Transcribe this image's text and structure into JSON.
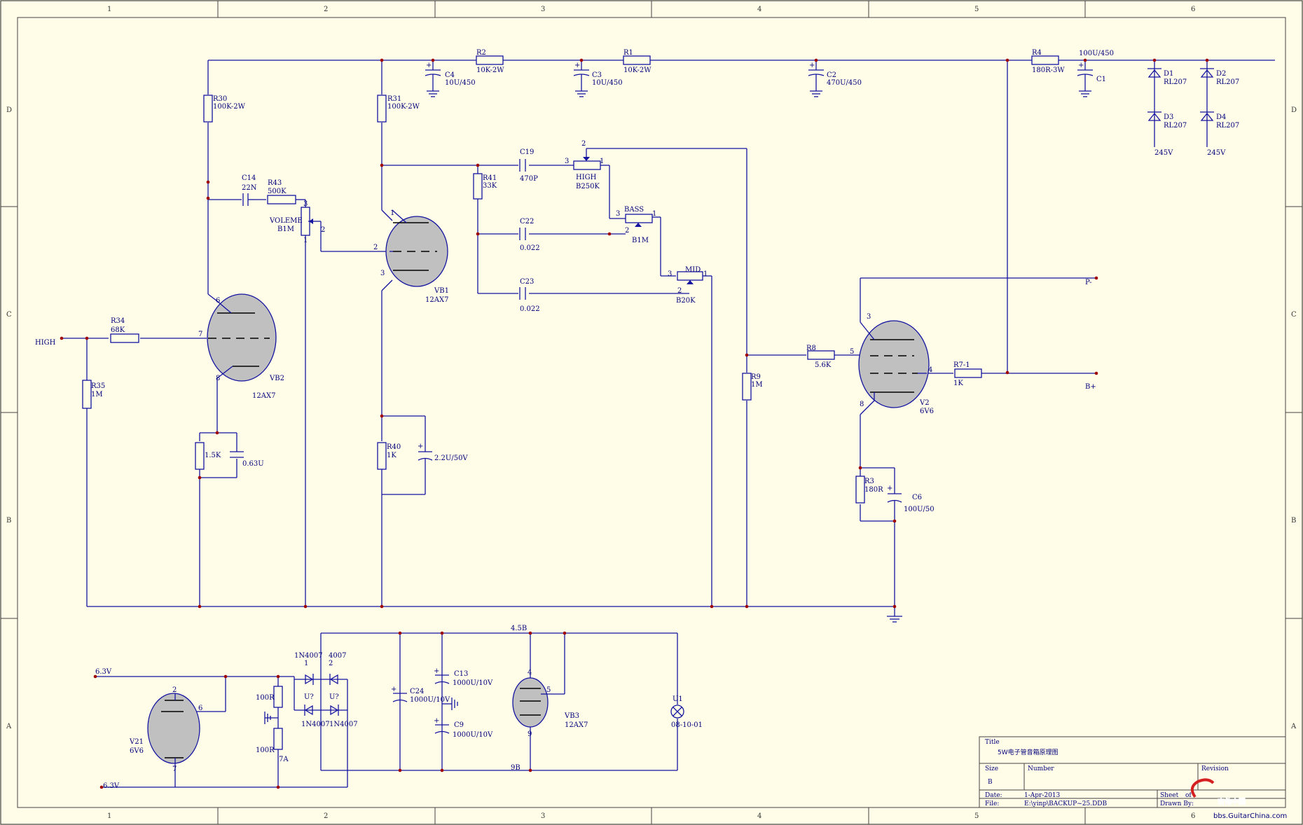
{
  "frame": {
    "columns": [
      "1",
      "2",
      "3",
      "4",
      "5",
      "6"
    ],
    "rows": [
      "D",
      "C",
      "B",
      "A"
    ]
  },
  "title_block": {
    "title_label": "Title",
    "title_value": "5W电子管音箱原理图",
    "size_label": "Size",
    "size_value": "B",
    "number_label": "Number",
    "revision_label": "Revision",
    "date_label": "Date:",
    "date_value": "1-Apr-2013",
    "file_label": "File:",
    "file_value": "E:\\yinp\\BACKUP~25.DDB",
    "sheet_label": "Sheet",
    "of_label": "of",
    "drawn_label": "Drawn By:"
  },
  "watermark": {
    "brand": "吉他中国",
    "url": "bbs.GuitarChina.com"
  },
  "labels": {
    "high": "HIGH",
    "p_minus": "P-",
    "b_plus": "B+",
    "v45a": "245V",
    "v45b": "245V",
    "v63a": "6.3V",
    "v63b": "6.3V",
    "v45b_bus": "4.5B",
    "v9b_bus": "9B",
    "u1": "U1",
    "lamp": "08-10-01",
    "u_1": "U?",
    "u_2": "U?",
    "r7a": "7A"
  },
  "resistors": {
    "r30": {
      "ref": "R30",
      "val": "100K-2W"
    },
    "r31": {
      "ref": "R31",
      "val": "100K-2W"
    },
    "r2": {
      "ref": "R2",
      "val": "10K-2W"
    },
    "r1": {
      "ref": "R1",
      "val": "10K-2W"
    },
    "r4": {
      "ref": "R4",
      "val": "180R-3W"
    },
    "r43": {
      "ref": "R43",
      "val": "500K"
    },
    "r41": {
      "ref": "R41",
      "val": "33K"
    },
    "r34": {
      "ref": "R34",
      "val": "68K"
    },
    "r35": {
      "ref": "R35",
      "val": "1M"
    },
    "rk1": {
      "ref": "",
      "val": "1.5K"
    },
    "r40": {
      "ref": "R40",
      "val": "1K"
    },
    "r9": {
      "ref": "R9",
      "val": "1M"
    },
    "r8": {
      "ref": "R8",
      "val": "5.6K"
    },
    "r71": {
      "ref": "R7-1",
      "val": "1K"
    },
    "r3": {
      "ref": "R3",
      "val": "180R"
    },
    "rh1": {
      "ref": "",
      "val": "100R"
    },
    "rh2": {
      "ref": "",
      "val": "100R"
    }
  },
  "capacitors": {
    "c4": {
      "ref": "C4",
      "val": "10U/450"
    },
    "c3": {
      "ref": "C3",
      "val": "10U/450"
    },
    "c2": {
      "ref": "C2",
      "val": "470U/450"
    },
    "c1": {
      "ref": "C1",
      "val": "100U/450"
    },
    "c14": {
      "ref": "C14",
      "val": "22N"
    },
    "c19": {
      "ref": "C19",
      "val": "470P"
    },
    "c22": {
      "ref": "C22",
      "val": "0.022"
    },
    "c23": {
      "ref": "C23",
      "val": "0.022"
    },
    "ck1": {
      "ref": "",
      "val": "0.63U"
    },
    "ck2": {
      "ref": "",
      "val": "2.2U/50V"
    },
    "c6": {
      "ref": "C6",
      "val": "100U/50"
    },
    "c24": {
      "ref": "C24",
      "val": "1000U/10V"
    },
    "c13": {
      "ref": "C13",
      "val": "1000U/10V"
    },
    "c9": {
      "ref": "C9",
      "val": "1000U/10V"
    }
  },
  "pots": {
    "volume": {
      "ref": "VOLEME",
      "val": "B1M"
    },
    "high": {
      "ref": "HIGH",
      "val": "B250K"
    },
    "bass": {
      "ref": "BASS",
      "val": "B1M"
    },
    "mid": {
      "ref": "MID",
      "val": "B20K"
    }
  },
  "diodes": {
    "d1": {
      "ref": "D1",
      "val": "RL207"
    },
    "d2": {
      "ref": "D2",
      "val": "RL207"
    },
    "d3": {
      "ref": "D3",
      "val": "RL207"
    },
    "d4": {
      "ref": "D4",
      "val": "RL207"
    },
    "b1": {
      "ref": "1N4007",
      "val": ""
    },
    "b2": {
      "ref": "4007",
      "val": ""
    },
    "b3": {
      "ref": "1N4007",
      "val": ""
    },
    "b4": {
      "ref": "1N4007",
      "val": ""
    }
  },
  "tubes": {
    "vb1": {
      "ref": "VB1",
      "val": "12AX7"
    },
    "vb2": {
      "ref": "VB2",
      "val": "12AX7"
    },
    "v2": {
      "ref": "V2",
      "val": "6V6"
    },
    "v21": {
      "ref": "V21",
      "val": "6V6"
    },
    "vb3": {
      "ref": "VB3",
      "val": "12AX7"
    }
  },
  "pins": {
    "p1": "1",
    "p2": "2",
    "p3": "3",
    "p4": "4",
    "p5": "5",
    "p6": "6",
    "p7": "7",
    "p8": "8",
    "p9": "9"
  },
  "plus": "+",
  "colors": {
    "background": "#fffde8",
    "wire": "#1414a0",
    "junction": "#a00000",
    "tube_fill": "#c0c0c0",
    "text": "#00007a"
  }
}
